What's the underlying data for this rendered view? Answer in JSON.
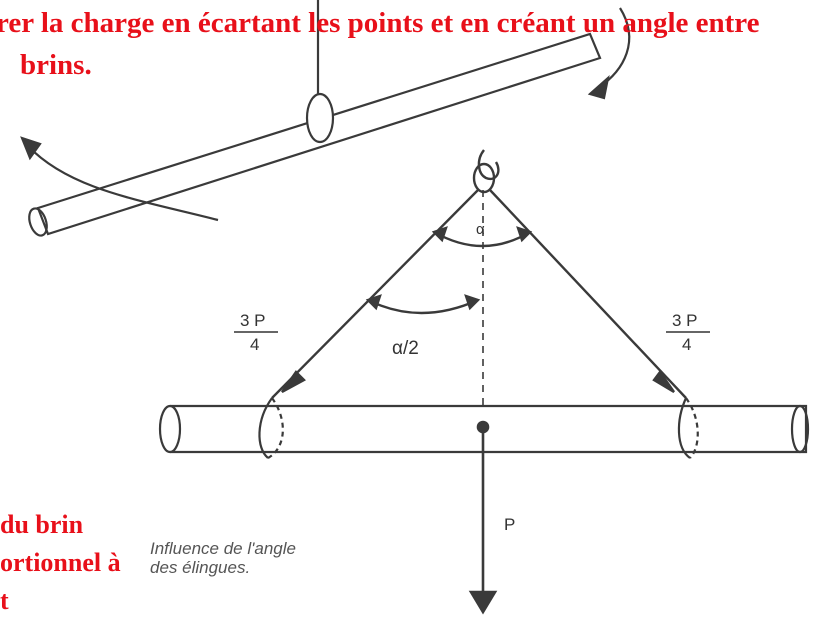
{
  "heading": {
    "line1": "rer la charge en écartant les points et en créant un angle entre",
    "line2": "brins."
  },
  "labels": {
    "left_force_num": "3 P",
    "left_force_den": "4",
    "right_force_num": "3 P",
    "right_force_den": "4",
    "half_angle": "α/2",
    "angle": "α",
    "load": "P"
  },
  "caption": {
    "line1": "Influence de l'angle",
    "line2": "des élingues."
  },
  "side_note": {
    "line1": "du brin",
    "line2": "ortionnel à",
    "line3": "t"
  },
  "colors": {
    "annotation": "#e8101a",
    "drawing": "#3a3a3a"
  }
}
